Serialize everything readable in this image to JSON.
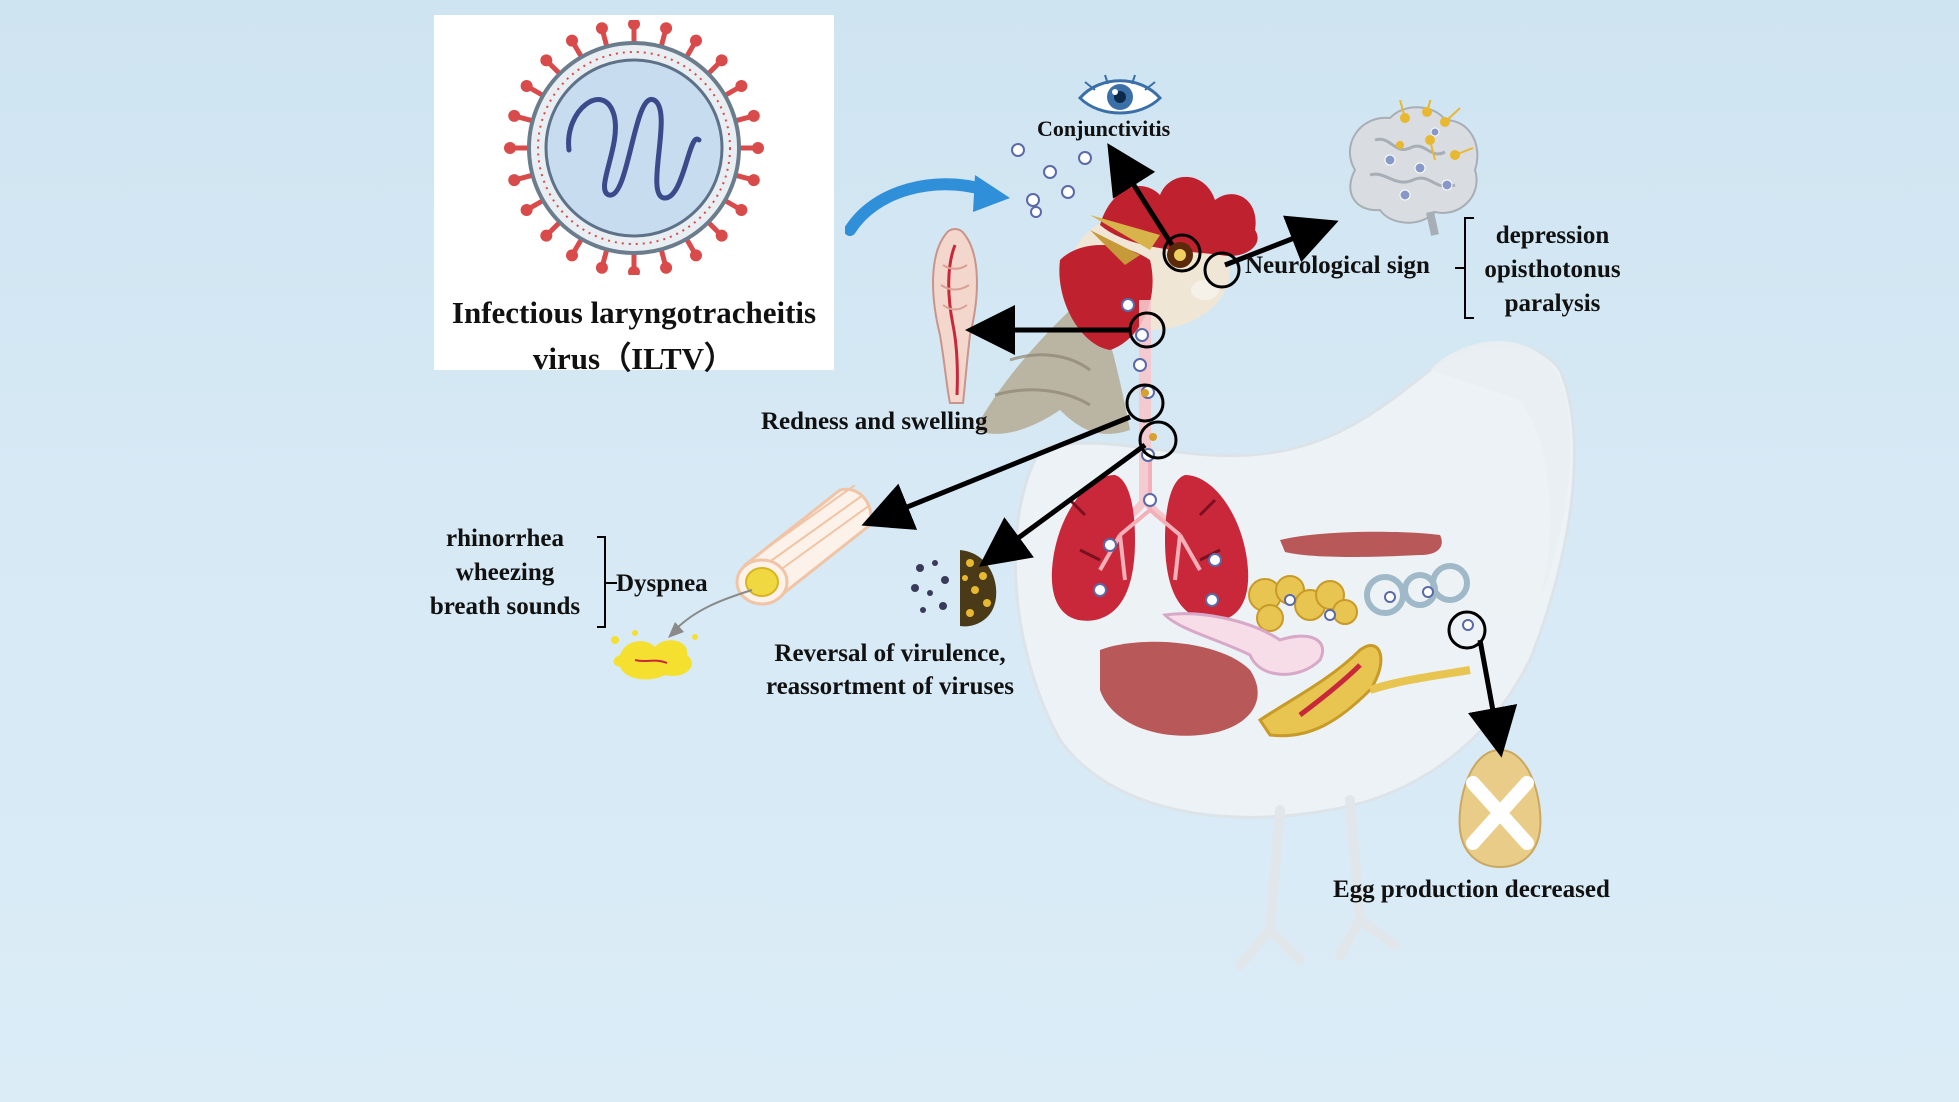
{
  "virus": {
    "title_line1": "Infectious laryngotracheitis",
    "title_line2": "virus（ILTV）"
  },
  "labels": {
    "conjunctivitis": "Conjunctivitis",
    "neurological_sign": "Neurological sign",
    "neuro_symptoms": [
      "depression",
      "opisthotonus",
      "paralysis"
    ],
    "redness": "Redness and swelling",
    "dyspnea": "Dyspnea",
    "dyspnea_symptoms": [
      "rhinorrhea",
      "wheezing",
      "breath sounds"
    ],
    "reversal_line1": "Reversal of virulence,",
    "reversal_line2": "reassortment of viruses",
    "egg": "Egg production decreased"
  },
  "icons": [
    "virus-particle-icon",
    "eye-icon",
    "brain-icon",
    "trachea-icon",
    "tracheal-tube-icon",
    "mucus-icon",
    "lung-icon",
    "virus-cluster-icon",
    "egg-icon",
    "blue-arrow-icon"
  ],
  "colors": {
    "background": "#d6e9f5",
    "virus_spike": "#d94a4a",
    "virus_core": "#c8dcef",
    "virus_rna": "#3a4a8a",
    "arrow_blue": "#2f8fd8",
    "lung_red": "#c8283a",
    "ovary_yellow": "#e8c450",
    "tissue_pink": "#b85858"
  }
}
